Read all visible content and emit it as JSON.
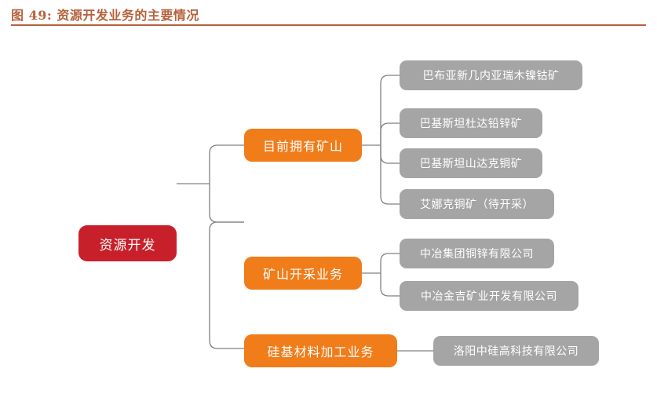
{
  "title": {
    "text": "图 49: 资源开发业务的主要情况",
    "rule_color": "#b5623c",
    "text_color": "#b5623c"
  },
  "colors": {
    "root": "#c8202a",
    "branch": "#f07c1a",
    "leaf": "#a5a5a5",
    "connector": "#808080",
    "node_text": "#ffffff",
    "background": "#ffffff"
  },
  "diagram": {
    "type": "tree",
    "root": {
      "label": "资源开发"
    },
    "branches": [
      {
        "label": "目前拥有矿山",
        "children": [
          {
            "label": "巴布亚新几内亚瑞木镍钴矿"
          },
          {
            "label": "巴基斯坦杜达铅锌矿"
          },
          {
            "label": "巴基斯坦山达克铜矿"
          },
          {
            "label": "艾娜克铜矿（待开采）"
          }
        ]
      },
      {
        "label": "矿山开采业务",
        "children": [
          {
            "label": "中冶集团铜锌有限公司"
          },
          {
            "label": "中冶金吉矿业开发有限公司"
          }
        ]
      },
      {
        "label": "硅基材料加工业务",
        "children": [
          {
            "label": "洛阳中硅高科技有限公司"
          }
        ]
      }
    ]
  }
}
